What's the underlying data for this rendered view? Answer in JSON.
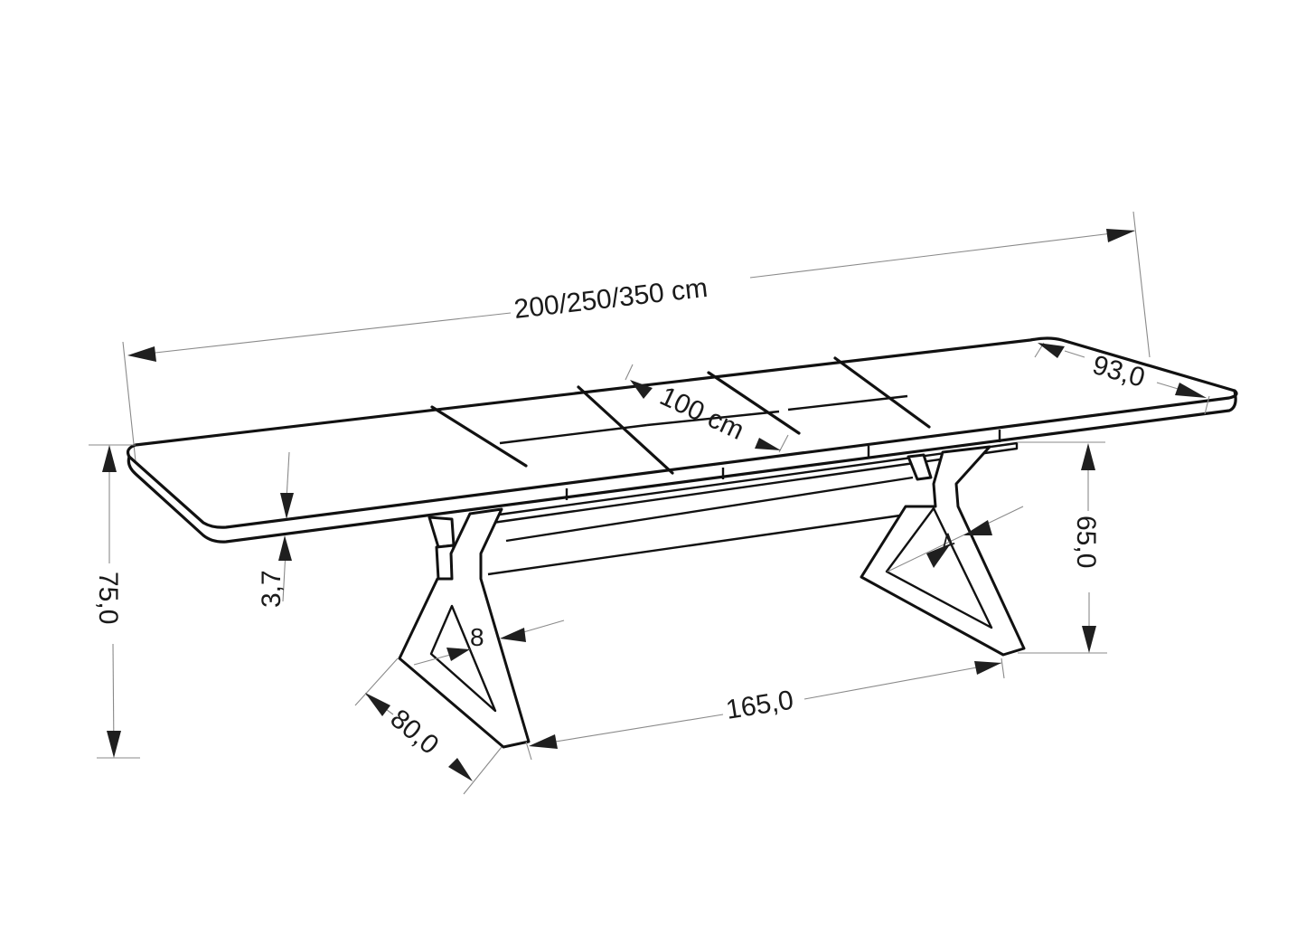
{
  "drawing": {
    "subject": "extendable dining table",
    "line_color": "#111111",
    "dimension_line_color": "#8a8a8a",
    "background": "#ffffff"
  },
  "dimensions": {
    "length": "200/250/350 cm",
    "width": "93,0",
    "extension_leaf": "100 cm",
    "top_thickness": "3,7",
    "total_height": "75,0",
    "leg_height": "65,0",
    "leg_profile_right": "4",
    "leg_profile_left": "8",
    "leg_spacing": "165,0",
    "leg_depth": "80,0"
  }
}
